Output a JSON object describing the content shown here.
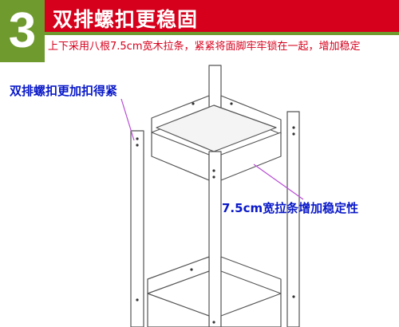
{
  "header": {
    "step_number": "3",
    "title": "双排螺扣更稳固",
    "subtitle": "上下采用八根7.5cm宽木拉条，紧紧将面脚牢牢锁在一起，增加稳定",
    "colors": {
      "red": "#d6001c",
      "green": "#6f9a2e"
    }
  },
  "callouts": {
    "double_screws": "双排螺扣更加扣得紧",
    "wood_bar": "7.5cm宽拉条增加稳定性",
    "color": "#0a19c8",
    "line_color": "#b84dd6"
  }
}
